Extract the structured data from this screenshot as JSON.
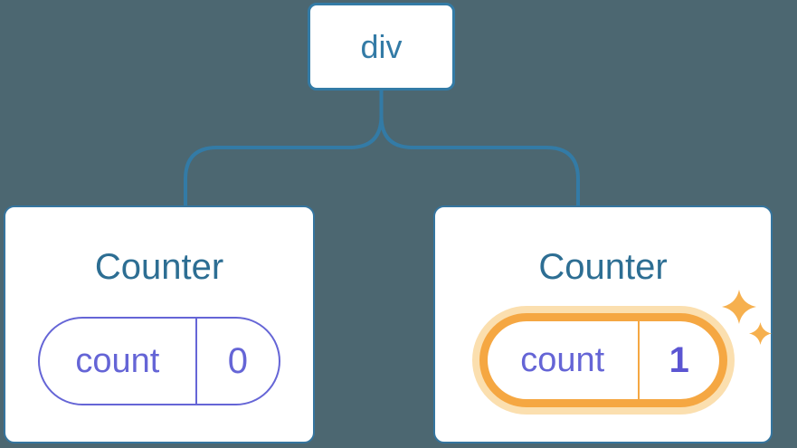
{
  "diagram": {
    "description": "Component tree with root div and two Counter children holding state pills",
    "background_color": "#4C6771",
    "root": {
      "label": "div"
    },
    "children": [
      {
        "title": "Counter",
        "state": {
          "name": "count",
          "value": "0",
          "highlighted": false
        }
      },
      {
        "title": "Counter",
        "state": {
          "name": "count",
          "value": "1",
          "highlighted": true
        }
      }
    ],
    "colors": {
      "connector_blue": "#337BA6",
      "card_border_blue": "#35759F",
      "title_blue": "#2D6E93",
      "state_purple": "#6565D6",
      "value_bold_purple": "#5B55D2",
      "highlight_orange": "#F5A742",
      "highlight_glow": "#FBDFAF",
      "sparkle_orange": "#F6B04E",
      "card_background": "#FFFFFF"
    },
    "icons": {
      "sparkle": "sparkle-icon"
    }
  }
}
